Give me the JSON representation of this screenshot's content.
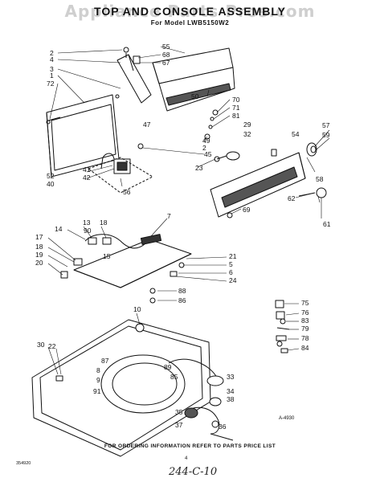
{
  "header": {
    "title": "TOP AND CONSOLE ASSEMBLY",
    "model": "For Model LWB5150W2",
    "watermark": "Appliance Parts Pros.com"
  },
  "footer": {
    "ordering_note": "FOR ORDERING INFORMATION REFER TO PARTS PRICE LIST",
    "sheet_code": "354920",
    "page_number": "4",
    "handwritten_note": "244-C-10",
    "figure_code": "A-4930"
  },
  "callouts": [
    "2",
    "4",
    "3",
    "1",
    "72",
    "55",
    "68",
    "67",
    "50",
    "47",
    "70",
    "71",
    "81",
    "49",
    "2",
    "45",
    "29",
    "32",
    "54",
    "57",
    "59",
    "23",
    "58",
    "62",
    "69",
    "61",
    "41",
    "42",
    "56",
    "52",
    "40",
    "7",
    "13",
    "18",
    "14",
    "90",
    "15",
    "17",
    "18",
    "19",
    "20",
    "21",
    "5",
    "6",
    "24",
    "88",
    "86",
    "10",
    "30",
    "22",
    "87",
    "8",
    "85",
    "89",
    "9",
    "91",
    "33",
    "34",
    "38",
    "35",
    "36",
    "37",
    "75",
    "76",
    "83",
    "79",
    "78",
    "84"
  ]
}
